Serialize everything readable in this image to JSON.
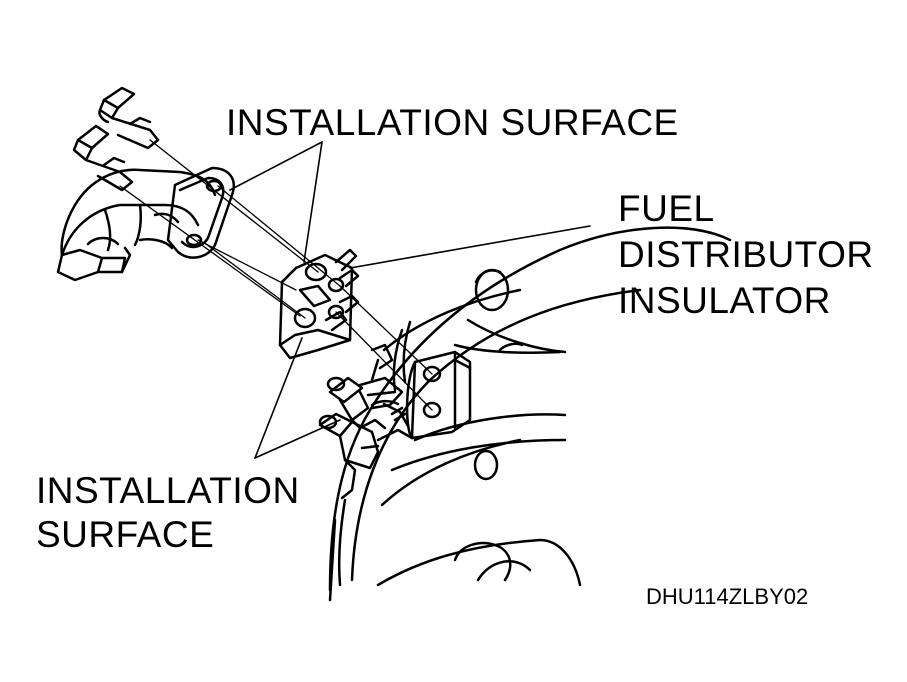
{
  "labels": {
    "installation_surface_top": "INSTALLATION SURFACE",
    "fuel_line1": "FUEL",
    "fuel_line2": "DISTRIBUTOR",
    "fuel_line3": "INSULATOR",
    "installation_surface_bottom_line1": "INSTALLATION",
    "installation_surface_bottom_line2": "SURFACE",
    "figure_code": "DHU114ZLBY02"
  },
  "colors": {
    "ink": "#000000",
    "paper": "#ffffff"
  }
}
